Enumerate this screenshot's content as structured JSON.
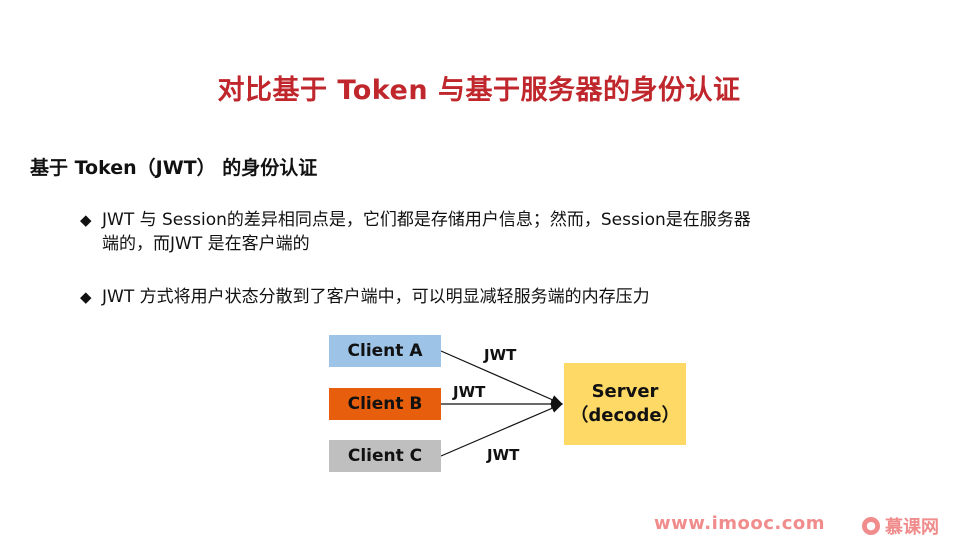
{
  "slide": {
    "title": "对比基于 Token 与基于服务器的身份认证",
    "subtitle": "基于 Token（JWT） 的身份认证",
    "bullets": [
      {
        "line1": "JWT  与  Session的差异相同点是，它们都是存储用户信息；然而，Session是在服务器",
        "line2": "端的，而JWT 是在客户端的"
      },
      {
        "line1": "JWT 方式将用户状态分散到了客户端中，可以明显减轻服务端的内存压力"
      }
    ],
    "bullet_symbol": "◆"
  },
  "diagram": {
    "clients": [
      "Client A",
      "Client B",
      "Client C"
    ],
    "server_line1": "Server",
    "server_line2": "（decode）",
    "edge_label": "JWT",
    "colors": {
      "client_a": "#9dc3e6",
      "client_b": "#e75e0d",
      "client_c": "#bfbfbf",
      "server": "#ffd966"
    }
  },
  "watermark": {
    "url": "www.imooc.com",
    "brand": "慕课网"
  }
}
